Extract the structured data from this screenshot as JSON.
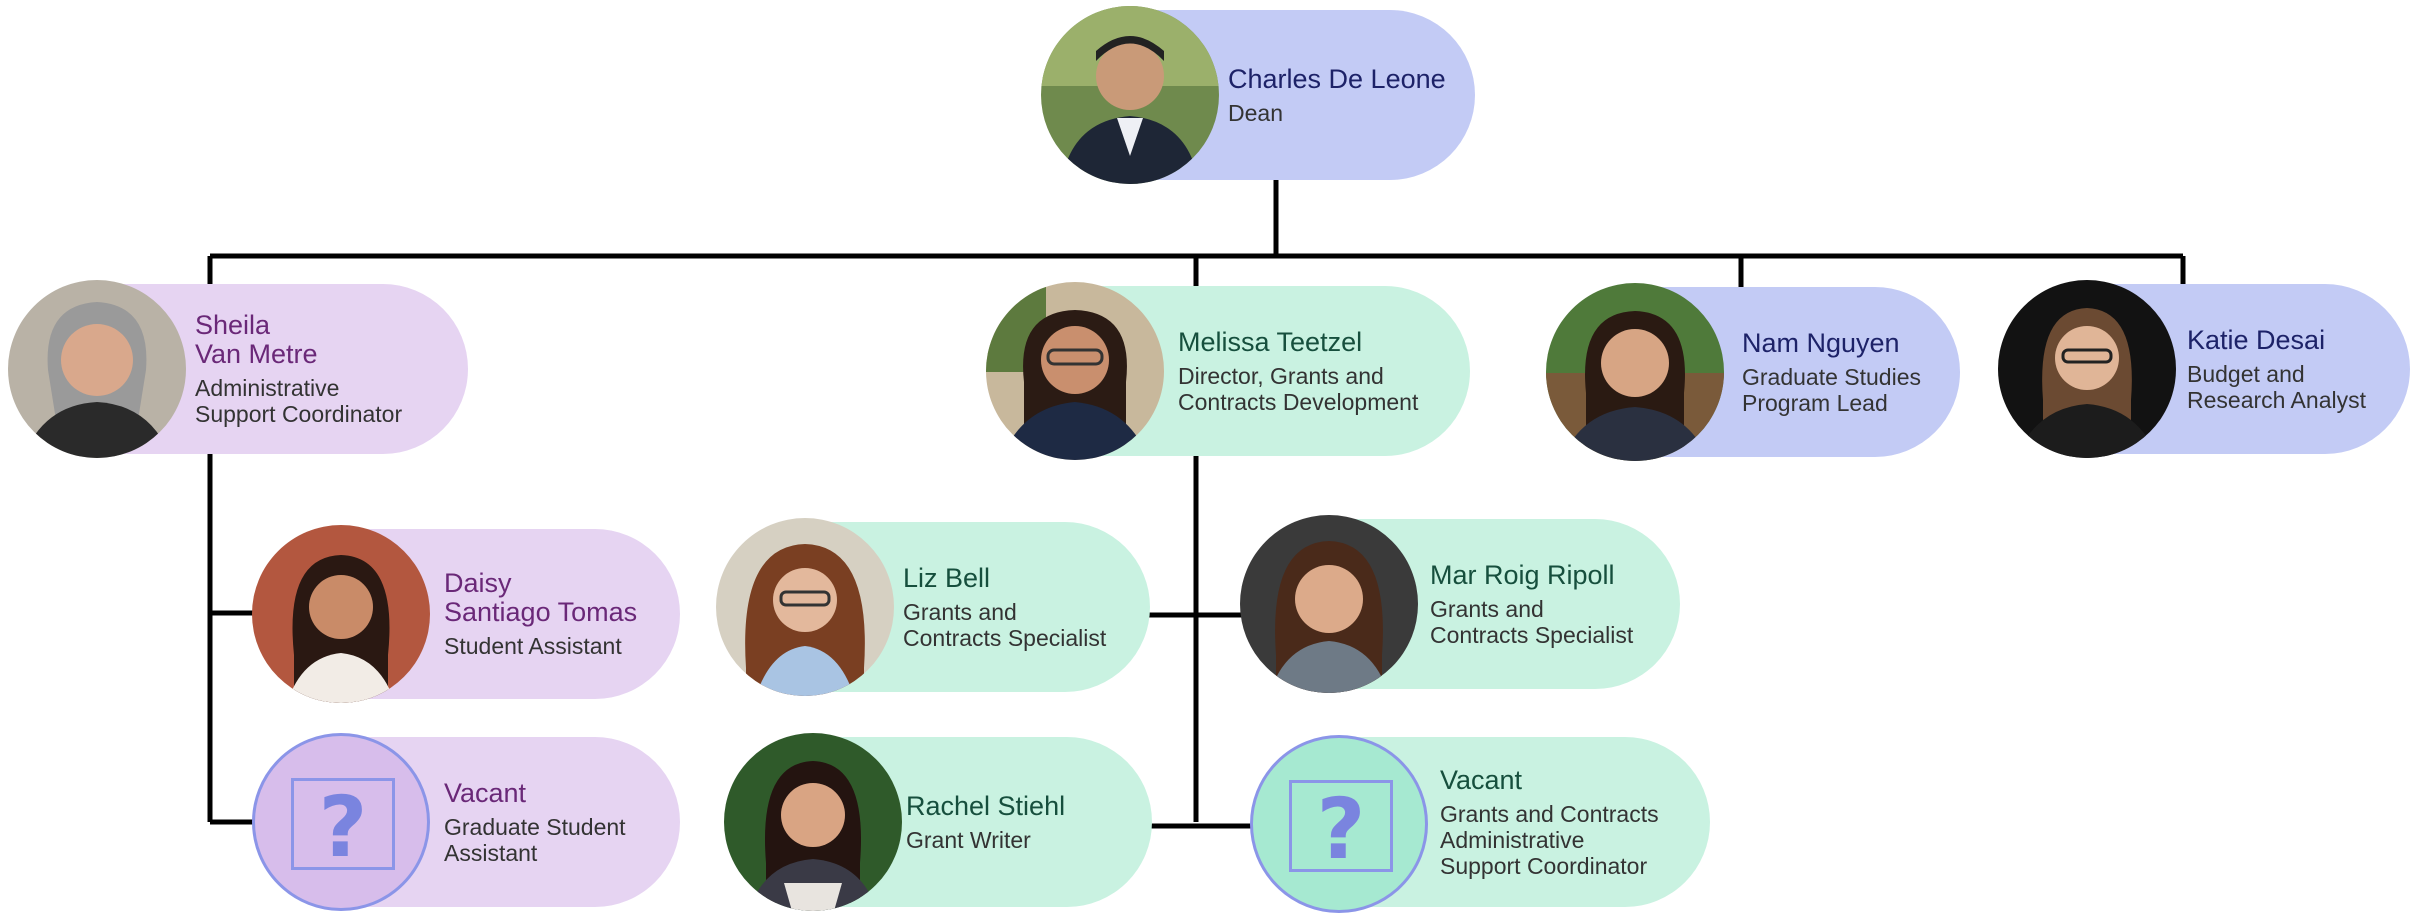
{
  "nodes": {
    "dean": {
      "name": [
        "Charles De Leone"
      ],
      "title": [
        "Dean"
      ],
      "avatar": "photo-man-suit"
    },
    "sheila": {
      "name": [
        "Sheila",
        "Van Metre"
      ],
      "title": [
        "Administrative",
        "Support Coordinator"
      ],
      "avatar": "photo-woman-gray-hair"
    },
    "melissa": {
      "name": [
        "Melissa Teetzel"
      ],
      "title": [
        "Director, Grants and",
        "Contracts Development"
      ],
      "avatar": "photo-woman-glasses"
    },
    "nam": {
      "name": [
        "Nam Nguyen"
      ],
      "title": [
        "Graduate Studies",
        "Program Lead"
      ],
      "avatar": "photo-woman-dark-hair"
    },
    "katie": {
      "name": [
        "Katie Desai"
      ],
      "title": [
        "Budget and",
        "Research Analyst"
      ],
      "avatar": "photo-woman-long-hair"
    },
    "daisy": {
      "name": [
        "Daisy",
        "Santiago Tomas"
      ],
      "title": [
        "Student Assistant"
      ],
      "avatar": "photo-young-woman"
    },
    "vacant1": {
      "name": [
        "Vacant"
      ],
      "title": [
        "Graduate Student",
        "Assistant"
      ],
      "avatar": "question-mark-icon",
      "mark": "?"
    },
    "liz": {
      "name": [
        "Liz Bell"
      ],
      "title": [
        "Grants and",
        "Contracts Specialist"
      ],
      "avatar": "photo-woman-curly-hair"
    },
    "mar": {
      "name": [
        "Mar Roig Ripoll"
      ],
      "title": [
        "Grants and",
        "Contracts Specialist"
      ],
      "avatar": "photo-woman-brown-hair"
    },
    "rachel": {
      "name": [
        "Rachel Stiehl"
      ],
      "title": [
        "Grant Writer"
      ],
      "avatar": "photo-woman-smiling"
    },
    "vacant2": {
      "name": [
        "Vacant"
      ],
      "title": [
        "Grants and Contracts",
        "Administrative",
        "Support Coordinator"
      ],
      "avatar": "question-mark-icon",
      "mark": "?"
    }
  },
  "colors": {
    "blue_node": "#c3cbf5",
    "purple_node": "#e6d4f2",
    "green_node": "#c9f2e1",
    "connector": "#000000"
  }
}
